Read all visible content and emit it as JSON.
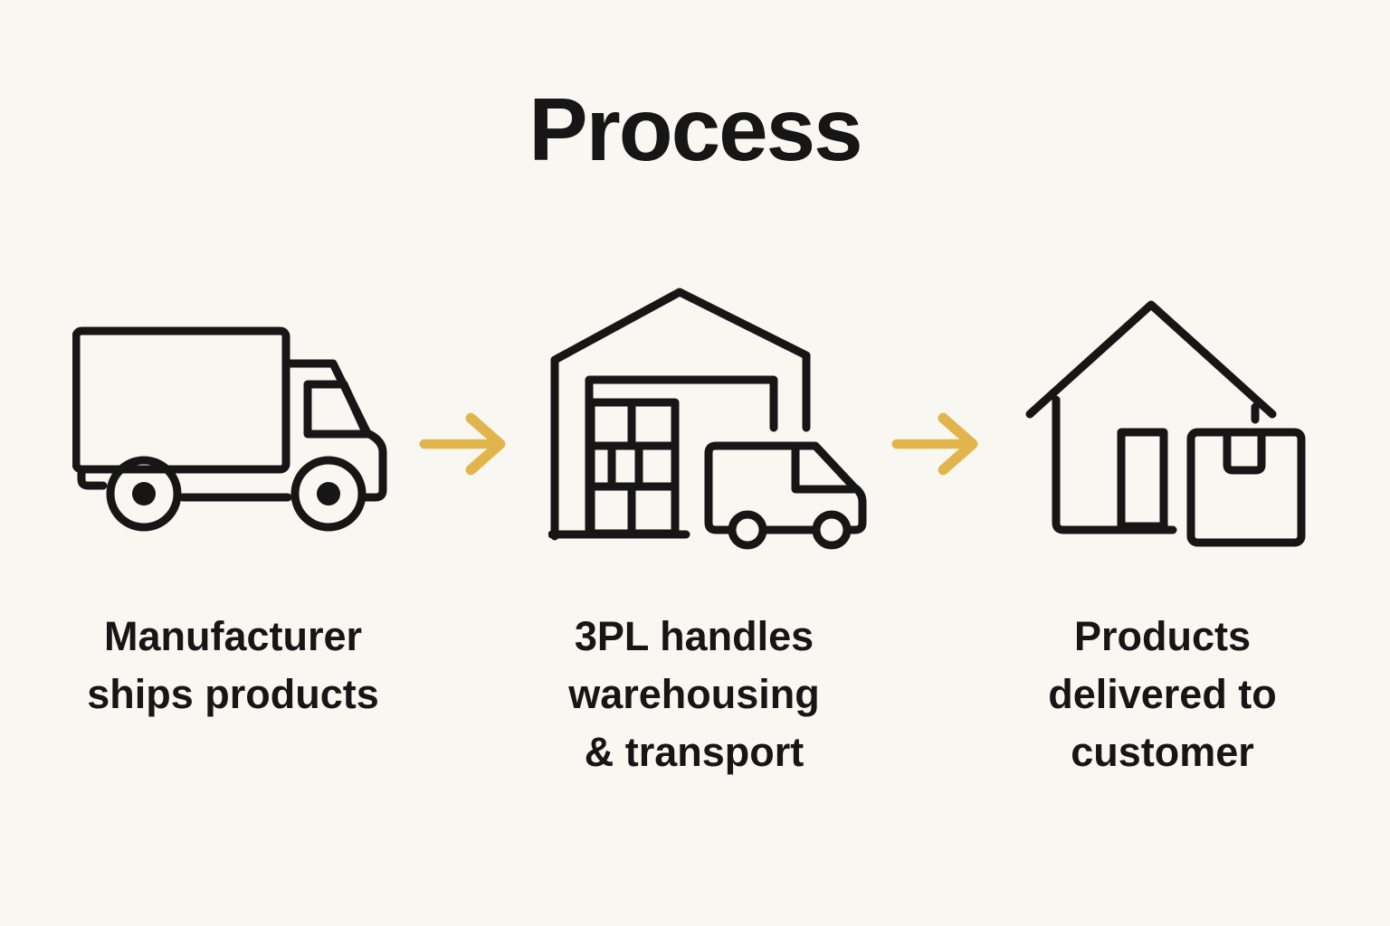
{
  "title": "Process",
  "colors": {
    "background": "#F9F7F2",
    "ink": "#161616",
    "arrow": "#E1B54C"
  },
  "steps": [
    {
      "icon": "truck-icon",
      "label": "Manufacturer\nships products"
    },
    {
      "icon": "warehouse-van-icon",
      "label": "3PL handles\nwarehousing\n& transport"
    },
    {
      "icon": "house-package-icon",
      "label": "Products\ndelivered to\ncustomer"
    }
  ],
  "connectors": [
    {
      "icon": "arrow-right-icon"
    },
    {
      "icon": "arrow-right-icon"
    }
  ]
}
